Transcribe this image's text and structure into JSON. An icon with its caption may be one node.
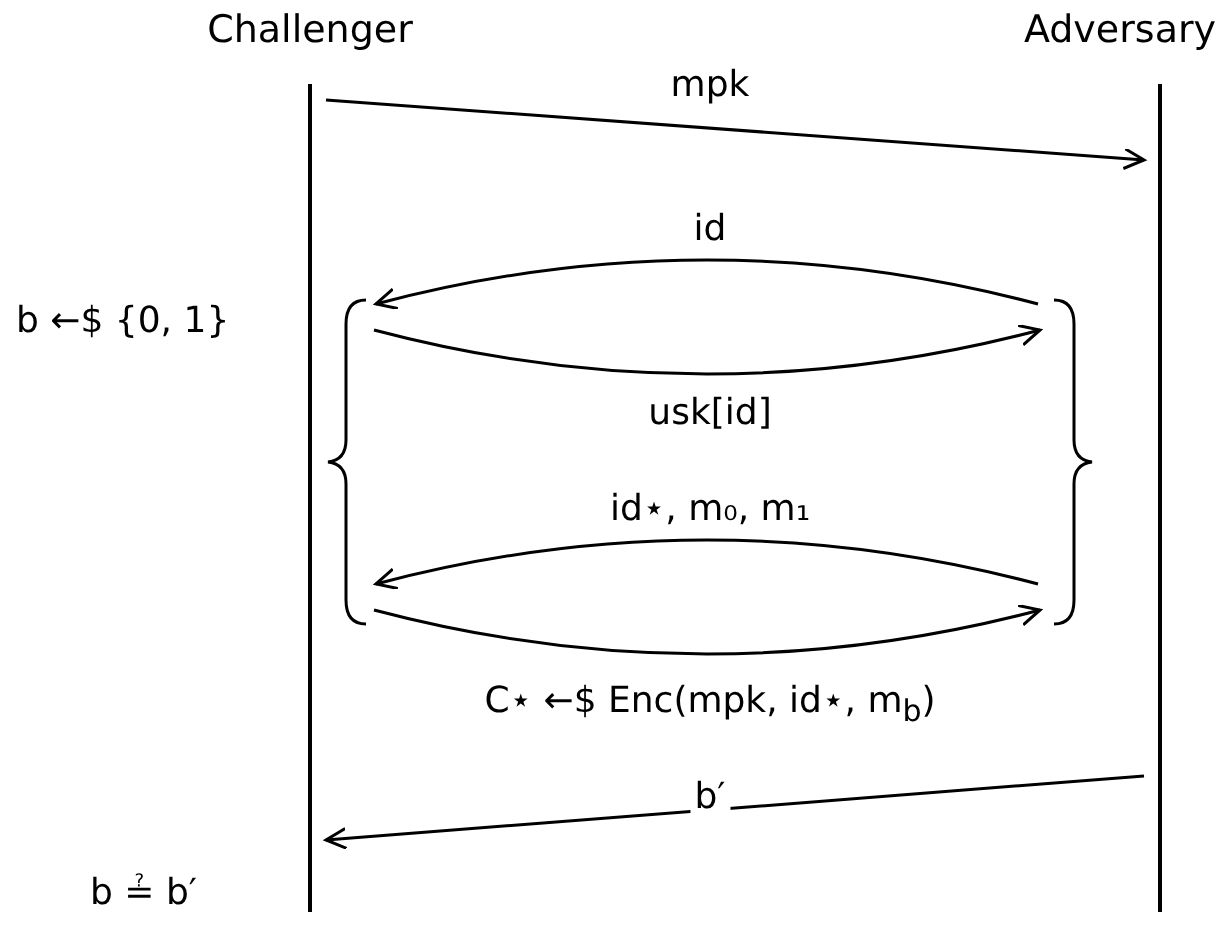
{
  "diagram": {
    "nodes": [
      {
        "text": [
          "Challenger"
        ]
      },
      {
        "text": [
          "Adversary"
        ]
      }
    ],
    "edges": [
      {
        "from": 0,
        "to": 1,
        "arrow": "to",
        "label": "mpk"
      },
      {
        "from": 1,
        "to": 0,
        "arrow": "to",
        "label": "id"
      },
      {
        "from": 0,
        "to": 1,
        "arrow": "to",
        "label": "usk[id]"
      },
      {
        "from": 1,
        "to": 0,
        "arrow": "to",
        "label": "id⋆, m₀, m₁"
      },
      {
        "from": 0,
        "to": 1,
        "arrow": "to",
        "label": "C⋆ ←$ Enc(mpk, id⋆, m$_{b}$)"
      },
      {
        "from": 1,
        "to": 0,
        "arrow": "to",
        "label": "b′"
      }
    ],
    "labels": [
      "b ←$ {0, 1}",
      "b ≟ b′"
    ]
  }
}
